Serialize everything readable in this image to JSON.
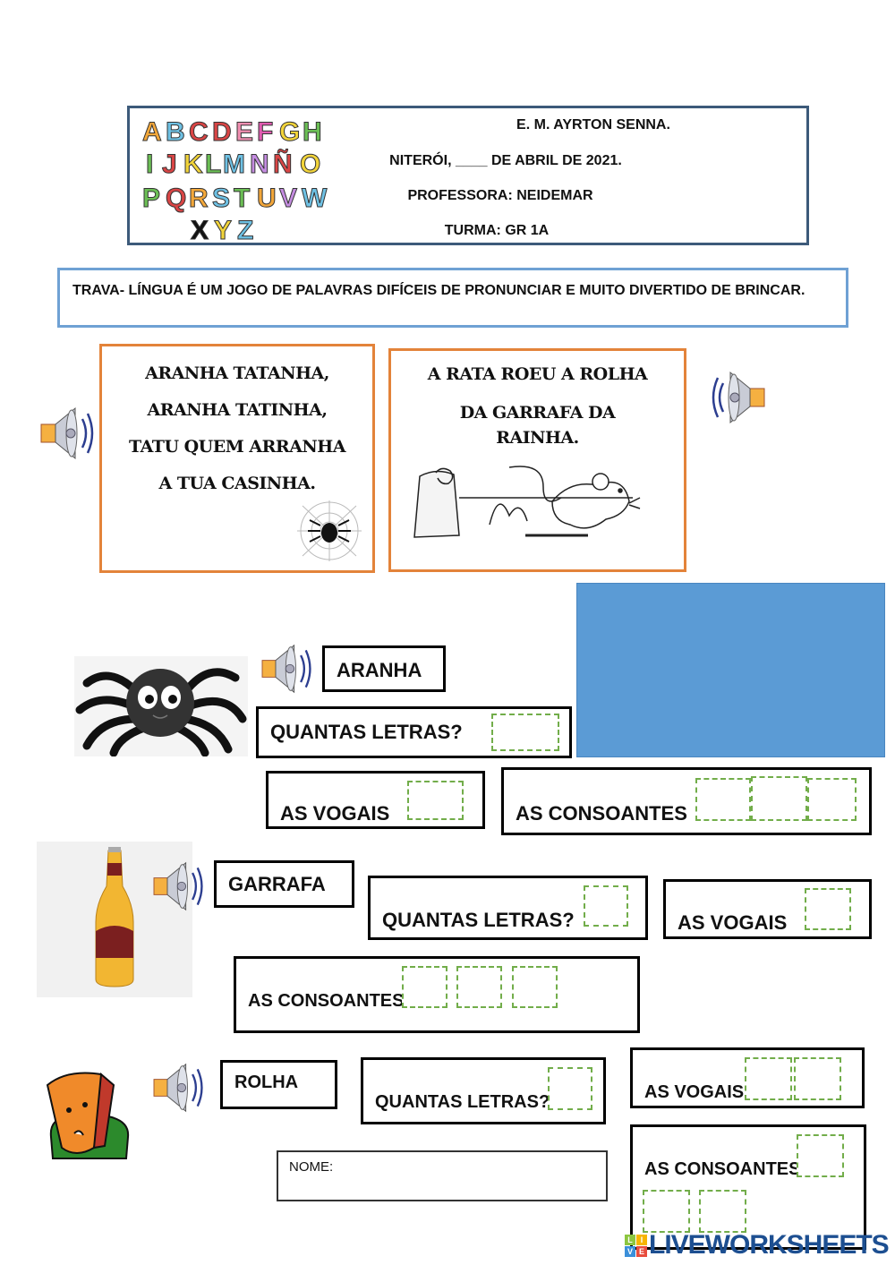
{
  "header": {
    "school": "E. M. AYRTON SENNA.",
    "date_line": "NITERÓI, ____ DE ABRIL DE 2021.",
    "teacher": "PROFESSORA: NEIDEMAR",
    "class": "TURMA: GR 1A",
    "alphabet_rows": [
      "ABCDEFGH",
      "IJKLMNÑO",
      "PQRSTUVW",
      "XYZ"
    ]
  },
  "intro": {
    "text": "TRAVA- LÍNGUA É UM JOGO DE PALAVRAS DIFÍCEIS DE PRONUNCIAR E MUITO DIVERTIDO DE BRINCAR."
  },
  "poems": [
    {
      "lines": [
        "ARANHA TATANHA,",
        "ARANHA TATINHA,",
        "TATU QUEM ARRANHA",
        "A TUA CASINHA."
      ],
      "icon": "spider-web-icon"
    },
    {
      "lines": [
        "A RATA ROEU A ROLHA",
        "DA GARRAFA DA",
        "RAINHA."
      ],
      "icon": "rat-cork-illustration"
    }
  ],
  "words": [
    {
      "word": "ARANHA",
      "image": "spider-icon",
      "count_label": "QUANTAS LETRAS?",
      "vowels_label": "AS VOGAIS",
      "consonants_label": "AS CONSOANTES",
      "vowel_slots": 1,
      "consonant_slots": 3
    },
    {
      "word": "GARRAFA",
      "image": "bottle-icon",
      "count_label": "QUANTAS LETRAS?",
      "vowels_label": "AS VOGAIS",
      "consonants_label": "AS CONSOANTES",
      "vowel_slots": 1,
      "consonant_slots": 3
    },
    {
      "word": "ROLHA",
      "image": "cork-icon",
      "count_label": "QUANTAS LETRAS?",
      "vowels_label": "AS VOGAIS",
      "consonants_label": "AS CONSOANTES",
      "vowel_slots": 2,
      "consonant_slots": 3
    }
  ],
  "name_field": {
    "label": "NOME:"
  },
  "logo": {
    "text": "LIVEWORKSHEETS",
    "badge": [
      "L",
      "I",
      "V",
      "E"
    ],
    "badge_colors": [
      "#8cc63f",
      "#f7b500",
      "#3b8fd9",
      "#e84c3d"
    ]
  },
  "colors": {
    "header_border": "#3d5a7a",
    "intro_border": "#6fa1d4",
    "poem_border": "#e3833a",
    "dashed_slot": "#72ad4a",
    "blue_block": "#5b9bd5",
    "logo": "#1d4f91"
  }
}
